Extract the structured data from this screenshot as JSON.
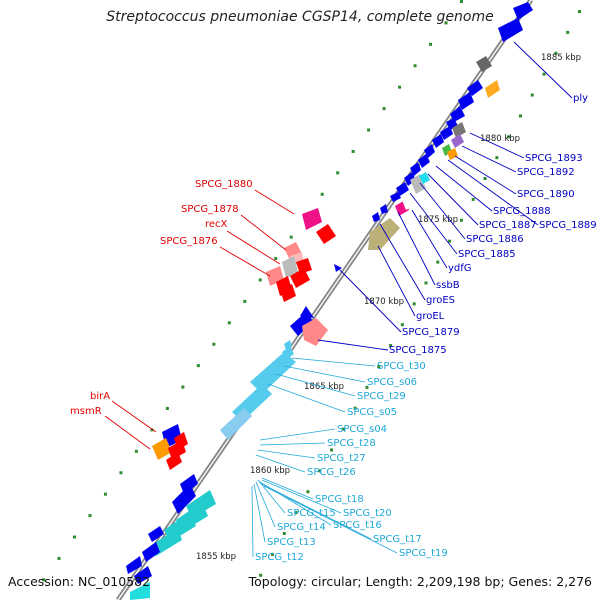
{
  "title": "Streptococcus pneumoniae CGSP14, complete genome",
  "footer": {
    "accession": "Accession: NC_010582",
    "summary": "Topology: circular; Length: 2,209,198 bp; Genes: 2,276"
  },
  "colors": {
    "backbone": "#888888",
    "forward_gene": "#0000ee",
    "reverse_gene": "#ff0000",
    "rna_gene": "#55ccee",
    "label_red": "#e00000",
    "label_blue": "#0000c0",
    "label_cyan": "#1fa9d9",
    "ruler_dot": "#2e8b2e"
  },
  "kbp_marks": [
    "1885 kbp",
    "1880 kbp",
    "1875 kbp",
    "1870 kbp",
    "1865 kbp",
    "1860 kbp",
    "1855 kbp"
  ],
  "labels_red": [
    "SPCG_1880",
    "SPCG_1878",
    "recX",
    "SPCG_1876",
    "birA",
    "msmR"
  ],
  "labels_blue": [
    "ply",
    "SPCG_1893",
    "SPCG_1892",
    "SPCG_1890",
    "SPCG_1888",
    "SPCG_1889",
    "SPCG_1887",
    "SPCG_1886",
    "SPCG_1885",
    "ydfG",
    "ssbB",
    "groES",
    "groEL",
    "SPCG_1879",
    "SPCG_1875"
  ],
  "labels_cyan": [
    "SPCG_t30",
    "SPCG_s06",
    "SPCG_t29",
    "SPCG_s05",
    "SPCG_s04",
    "SPCG_t28",
    "SPCG_t27",
    "SPCG_t26",
    "SPCG_t18",
    "SPCG_t20",
    "SPCG_t15",
    "SPCG_t16",
    "SPCG_t14",
    "SPCG_t17",
    "SPCG_t13",
    "SPCG_t19",
    "SPCG_t12"
  ]
}
